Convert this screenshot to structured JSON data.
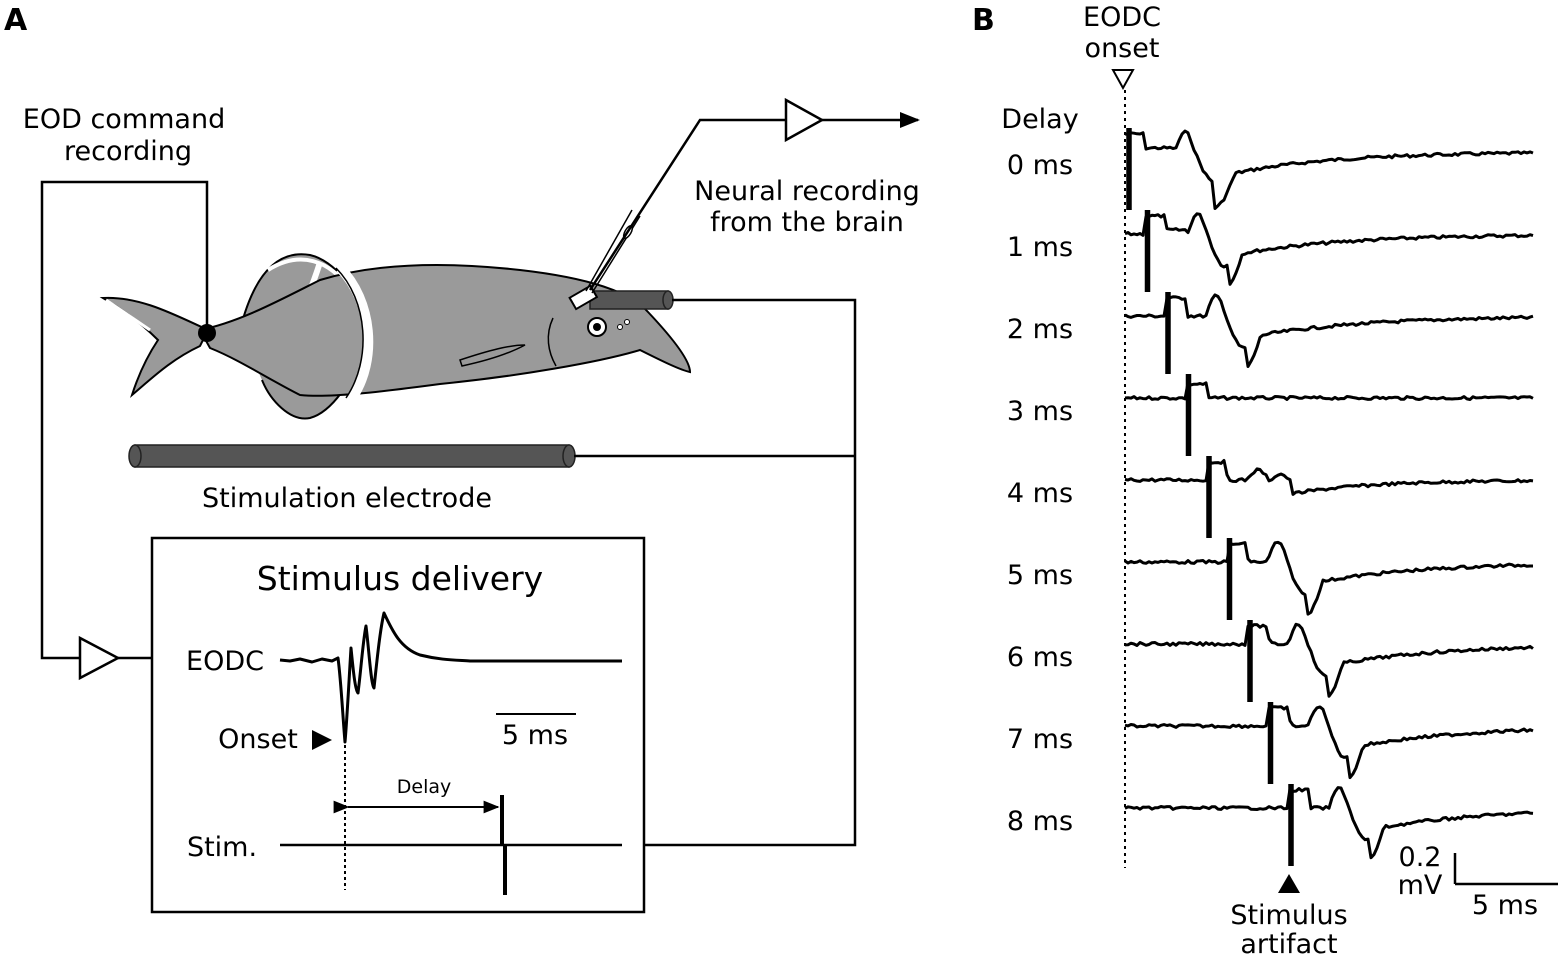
{
  "panel_a": {
    "panel_label": "A",
    "eod_command_label": [
      "EOD command",
      "recording"
    ],
    "neural_recording_label": [
      "Neural recording",
      "from the brain"
    ],
    "stim_electrode_label": "Stimulation electrode",
    "stimulus_box": {
      "title": "Stimulus delivery",
      "eodc_label": "EODC",
      "onset_label": "Onset",
      "delay_label": "Delay",
      "stim_label": "Stim.",
      "scale_label": "5 ms"
    }
  },
  "panel_b": {
    "panel_label": "B",
    "eodc_onset_label": [
      "EODC",
      "onset"
    ],
    "delay_header": "Delay",
    "traces": [
      {
        "label": "0 ms",
        "delay_ms": 0
      },
      {
        "label": "1 ms",
        "delay_ms": 1
      },
      {
        "label": "2 ms",
        "delay_ms": 2
      },
      {
        "label": "3 ms",
        "delay_ms": 3
      },
      {
        "label": "4 ms",
        "delay_ms": 4
      },
      {
        "label": "5 ms",
        "delay_ms": 5
      },
      {
        "label": "6 ms",
        "delay_ms": 6
      },
      {
        "label": "7 ms",
        "delay_ms": 7
      },
      {
        "label": "8 ms",
        "delay_ms": 8
      }
    ],
    "scale_bar": {
      "amplitude": "0.2",
      "amplitude_unit": "mV",
      "time": "5 ms"
    },
    "artifact_label": [
      "Stimulus",
      "artifact"
    ]
  }
}
